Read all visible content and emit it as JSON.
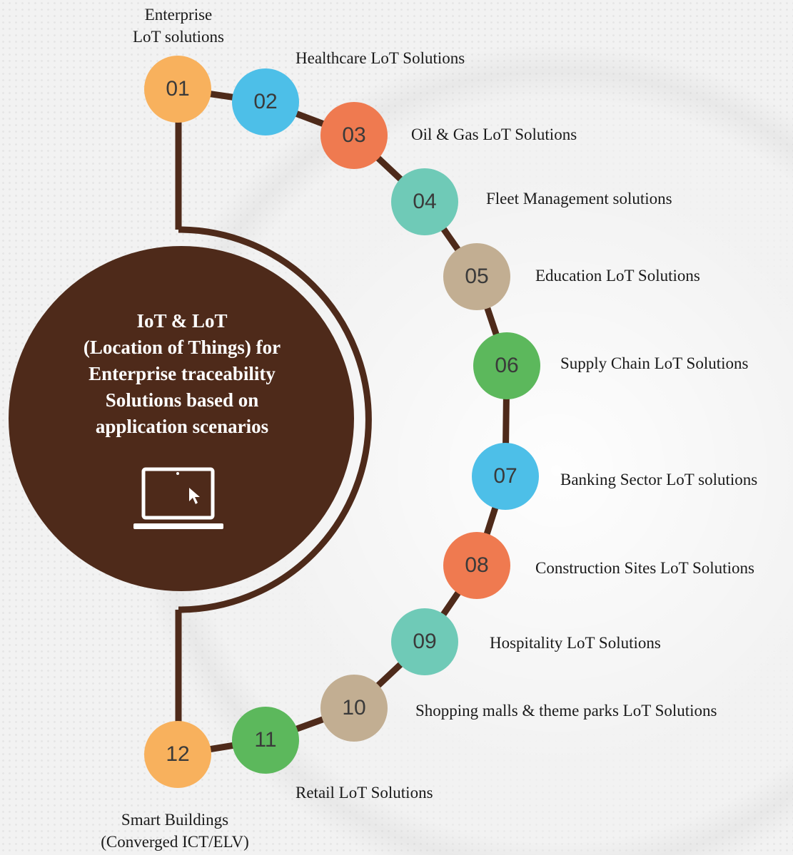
{
  "hub": {
    "title": "IoT & LoT\n(Location of Things) for\nEnterprise traceability\nSolutions based on\napplication scenarios",
    "icon": "laptop-icon"
  },
  "colors": {
    "hub": "#4e2a1a",
    "connector": "#4e2a1a",
    "orange": "#f8b15d",
    "blue": "#4dbfe8",
    "red": "#ef7a50",
    "teal": "#6fcab7",
    "tan": "#c2ae92",
    "green": "#5cb85c"
  },
  "steps": [
    {
      "number": "01",
      "label": "Enterprise\nLoT solutions",
      "color": "#f8b15d"
    },
    {
      "number": "02",
      "label": "Healthcare LoT Solutions",
      "color": "#4dbfe8"
    },
    {
      "number": "03",
      "label": "Oil & Gas LoT Solutions",
      "color": "#ef7a50"
    },
    {
      "number": "04",
      "label": "Fleet Management solutions",
      "color": "#6fcab7"
    },
    {
      "number": "05",
      "label": "Education LoT Solutions",
      "color": "#c2ae92"
    },
    {
      "number": "06",
      "label": "Supply Chain LoT Solutions",
      "color": "#5cb85c"
    },
    {
      "number": "07",
      "label": "Banking Sector LoT solutions",
      "color": "#4dbfe8"
    },
    {
      "number": "08",
      "label": "Construction Sites LoT Solutions",
      "color": "#ef7a50"
    },
    {
      "number": "09",
      "label": "Hospitality LoT Solutions",
      "color": "#6fcab7"
    },
    {
      "number": "10",
      "label": "Shopping malls & theme parks LoT Solutions",
      "color": "#c2ae92"
    },
    {
      "number": "11",
      "label": "Retail LoT Solutions",
      "color": "#5cb85c"
    },
    {
      "number": "12",
      "label": "Smart Buildings\n(Converged ICT/ELV)",
      "color": "#f8b15d"
    }
  ]
}
